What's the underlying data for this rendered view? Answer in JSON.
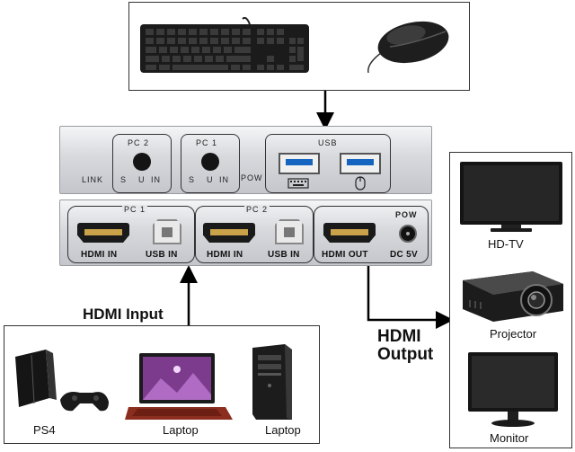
{
  "colors": {
    "background": "#ffffff",
    "border": "#333333",
    "connector": "#000000",
    "panel": "#d7d9dd"
  },
  "top_box": {
    "items": [
      {
        "icon": "keyboard-icon"
      },
      {
        "icon": "mouse-icon"
      }
    ]
  },
  "front_panel": {
    "link_label": "LINK",
    "pc2": {
      "title": "PC 2",
      "s": "S",
      "u": "U",
      "in": "IN"
    },
    "pc1": {
      "title": "PC 1",
      "s": "S",
      "u": "U",
      "in": "IN"
    },
    "pow_label": "POW",
    "usb_title": "USB"
  },
  "rear_panel": {
    "pc1_title": "PC 1",
    "pc2_title": "PC 2",
    "hdmi_in_1": "HDMI IN",
    "usb_in_1": "USB IN",
    "hdmi_in_2": "HDMI IN",
    "usb_in_2": "USB IN",
    "hdmi_out": "HDMI OUT",
    "pow_label": "POW",
    "dc_label": "DC 5V"
  },
  "hdmi_input_label": "HDMI Input",
  "hdmi_output_label_1": "HDMI",
  "hdmi_output_label_2": "Output",
  "inputs": [
    {
      "label": "PS4",
      "icon": "ps4-console-icon"
    },
    {
      "label": "Laptop",
      "icon": "laptop-icon"
    },
    {
      "label": "Laptop",
      "icon": "desktop-tower-icon"
    }
  ],
  "outputs": [
    {
      "label": "HD-TV",
      "icon": "tv-icon"
    },
    {
      "label": "Projector",
      "icon": "projector-icon"
    },
    {
      "label": "Monitor",
      "icon": "monitor-icon"
    }
  ]
}
